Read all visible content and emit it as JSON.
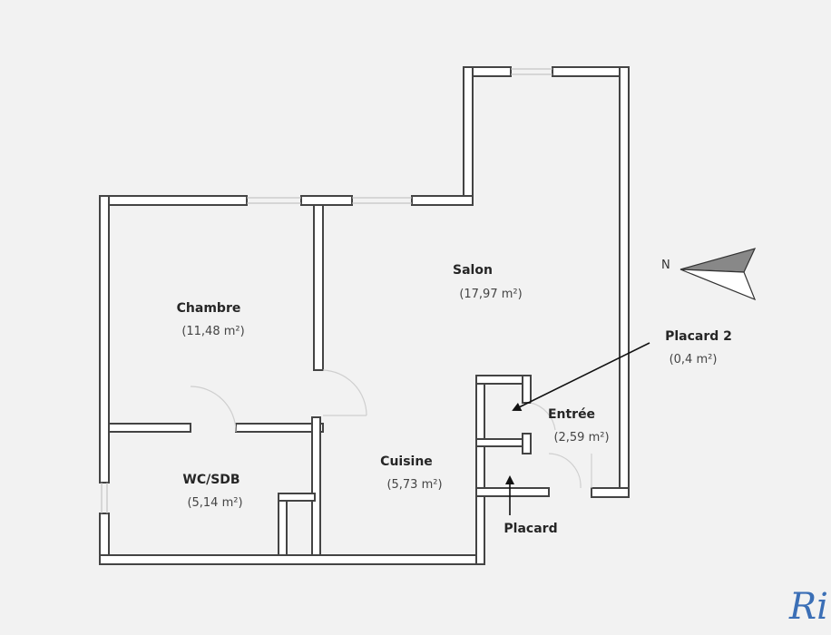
{
  "rooms": {
    "salon": {
      "name": "Salon",
      "area": "(17,97 m²)"
    },
    "chambre": {
      "name": "Chambre",
      "area": "(11,48 m²)"
    },
    "placard2": {
      "name": "Placard 2",
      "area": "(0,4 m²)"
    },
    "entree": {
      "name": "Entrée",
      "area": "(2,59 m²)"
    },
    "wcsdb": {
      "name": "WC/SDB",
      "area": "(5,14 m²)"
    },
    "cuisine": {
      "name": "Cuisine",
      "area": "(5,73 m²)"
    },
    "placard": {
      "name": "Placard"
    }
  },
  "compass": {
    "label": "N"
  },
  "logo": {
    "text": "Ri"
  },
  "colors": {
    "wall": "#444444",
    "wall_fill": "#ffffff",
    "arrow": "#111111",
    "compass_fill": "#888888",
    "logo": "#3b6fb6"
  }
}
